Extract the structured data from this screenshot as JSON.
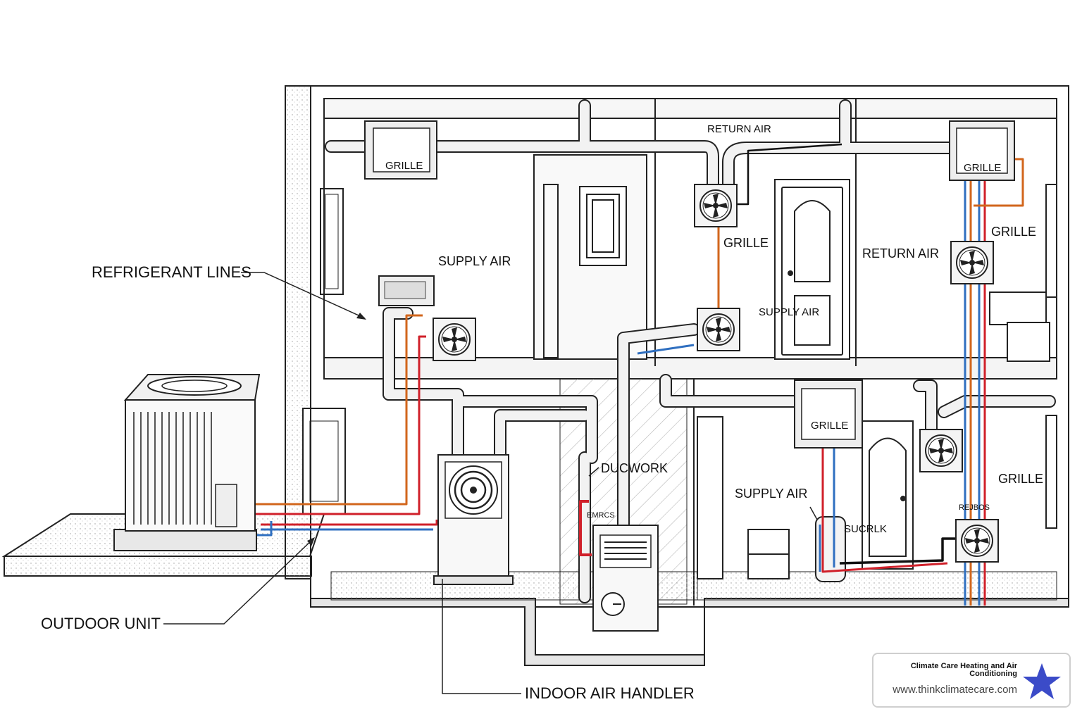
{
  "labels": {
    "refrigerant_lines": "REFRIGERANT LINES",
    "outdoor_unit": "OUTDOOR UNIT",
    "indoor_air_handler": "INDOOR AIR HANDLER",
    "ducwork": "DUCWORK",
    "supply_air_top": "SUPPLY AIR",
    "supply_air_middle": "SUPPLY AIR",
    "supply_air_basement": "SUPPLY AIR",
    "return_air_top": "RETURN AIR",
    "return_air_right": "RETURN AIR",
    "grille_top_left": "GRILLE",
    "grille_top_right": "GRILLE",
    "grille_middle": "GRILLE",
    "grille_right": "GRILLE",
    "grille_basement": "GRILLE",
    "grille_basement_right": "GRILLE",
    "sucrlk": "SUCRLK",
    "rejbos": "REJBOS",
    "emrcs": "EMRCS"
  },
  "brand": {
    "name": "Climate Care Heating and Air Conditioning",
    "url": "www.thinkclimatecare.com"
  },
  "colors": {
    "line": "#222222",
    "refrigerant_red": "#d0202a",
    "refrigerant_orange": "#d2661c",
    "refrigerant_blue": "#2f6fc0",
    "star": "#3b4bc8"
  },
  "icons": [
    "fan-icon",
    "star-icon"
  ]
}
